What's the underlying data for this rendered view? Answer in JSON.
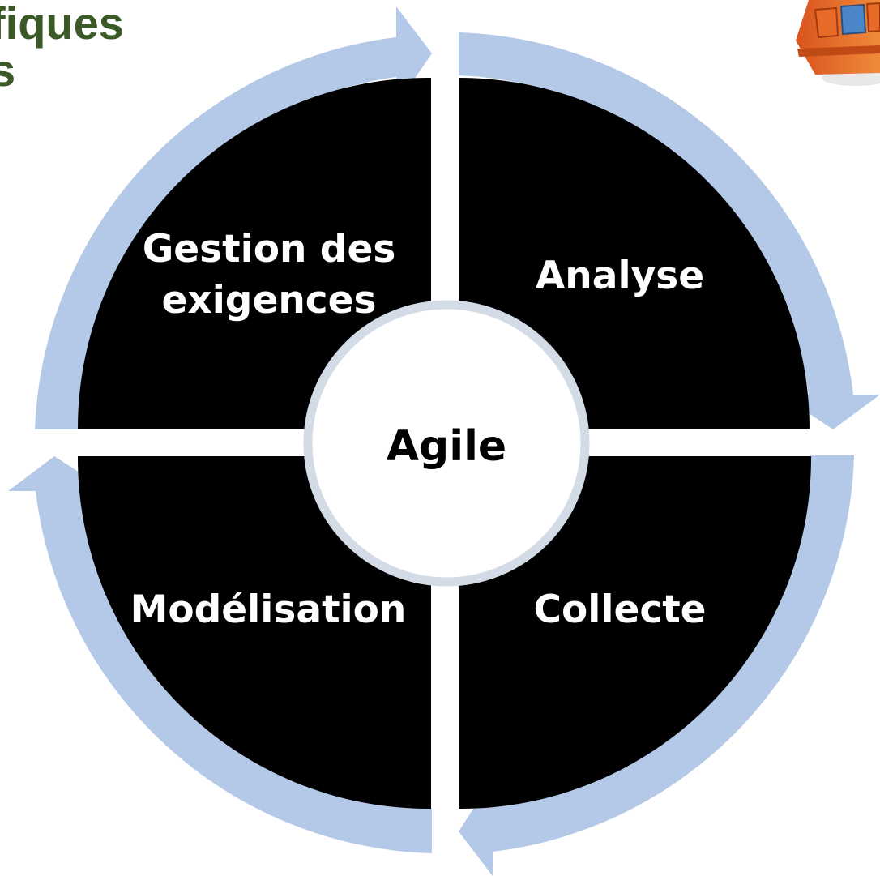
{
  "title": {
    "line1": "fiques",
    "line2": "s"
  },
  "diagram": {
    "center_label": "Agile",
    "segments": [
      {
        "id": "top-left",
        "label_lines": [
          "Gestion des",
          "exigences"
        ]
      },
      {
        "id": "top-right",
        "label_lines": [
          "Analyse"
        ]
      },
      {
        "id": "bottom-right",
        "label_lines": [
          "Collecte"
        ]
      },
      {
        "id": "bottom-left",
        "label_lines": [
          "Modélisation"
        ]
      }
    ]
  },
  "colors": {
    "segment_fill": "#000000",
    "arrow_fill": "#b4c9e7",
    "center_fill": "#ffffff",
    "center_ring": "#d3dbe6",
    "title_color": "#3c5a28",
    "label_color": "#ffffff",
    "center_text_color": "#000000"
  },
  "icons": {
    "logo": "toolbox-icon"
  }
}
